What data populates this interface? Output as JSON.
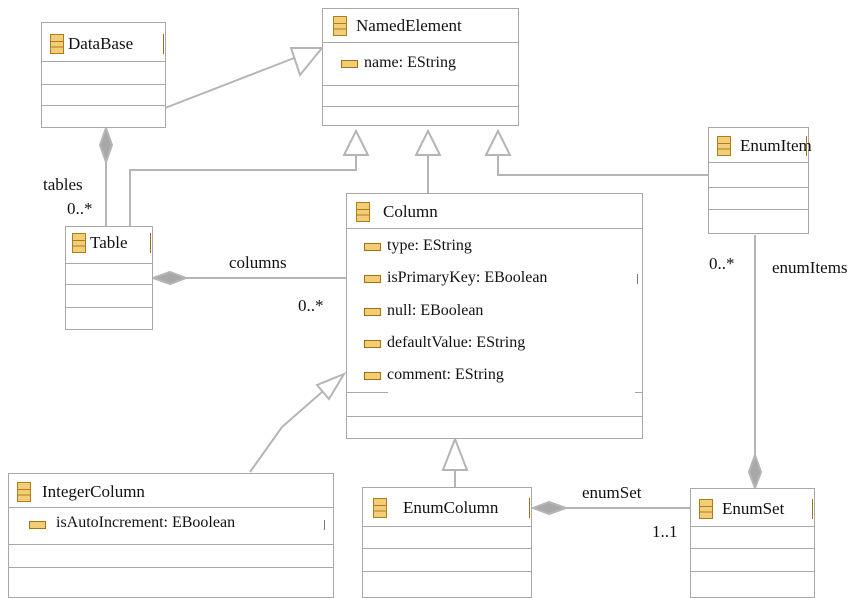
{
  "classes": {
    "named_element": {
      "name": "NamedElement",
      "attributes": [
        "name: EString"
      ]
    },
    "data_base": {
      "name": "DataBase"
    },
    "table": {
      "name": "Table"
    },
    "column": {
      "name": "Column",
      "attributes": [
        "type: EString",
        "isPrimaryKey: EBoolean",
        "null: EBoolean",
        "defaultValue: EString",
        "comment: EString"
      ]
    },
    "enum_item": {
      "name": "EnumItem"
    },
    "integer_column": {
      "name": "IntegerColumn",
      "attributes": [
        "isAutoIncrement: EBoolean"
      ]
    },
    "enum_column": {
      "name": "EnumColumn"
    },
    "enum_set": {
      "name": "EnumSet"
    }
  },
  "associations": {
    "tables": {
      "role": "tables",
      "multiplicity": "0..*"
    },
    "columns": {
      "role": "columns",
      "multiplicity": "0..*"
    },
    "enum_items": {
      "role": "enumItems",
      "multiplicity": "0..*"
    },
    "enum_set": {
      "role": "enumSet",
      "multiplicity": "1..1"
    }
  },
  "colors": {
    "line": "#a8a8a8",
    "class_icon": "#f3ce7a",
    "icon_border": "#b07c18"
  }
}
